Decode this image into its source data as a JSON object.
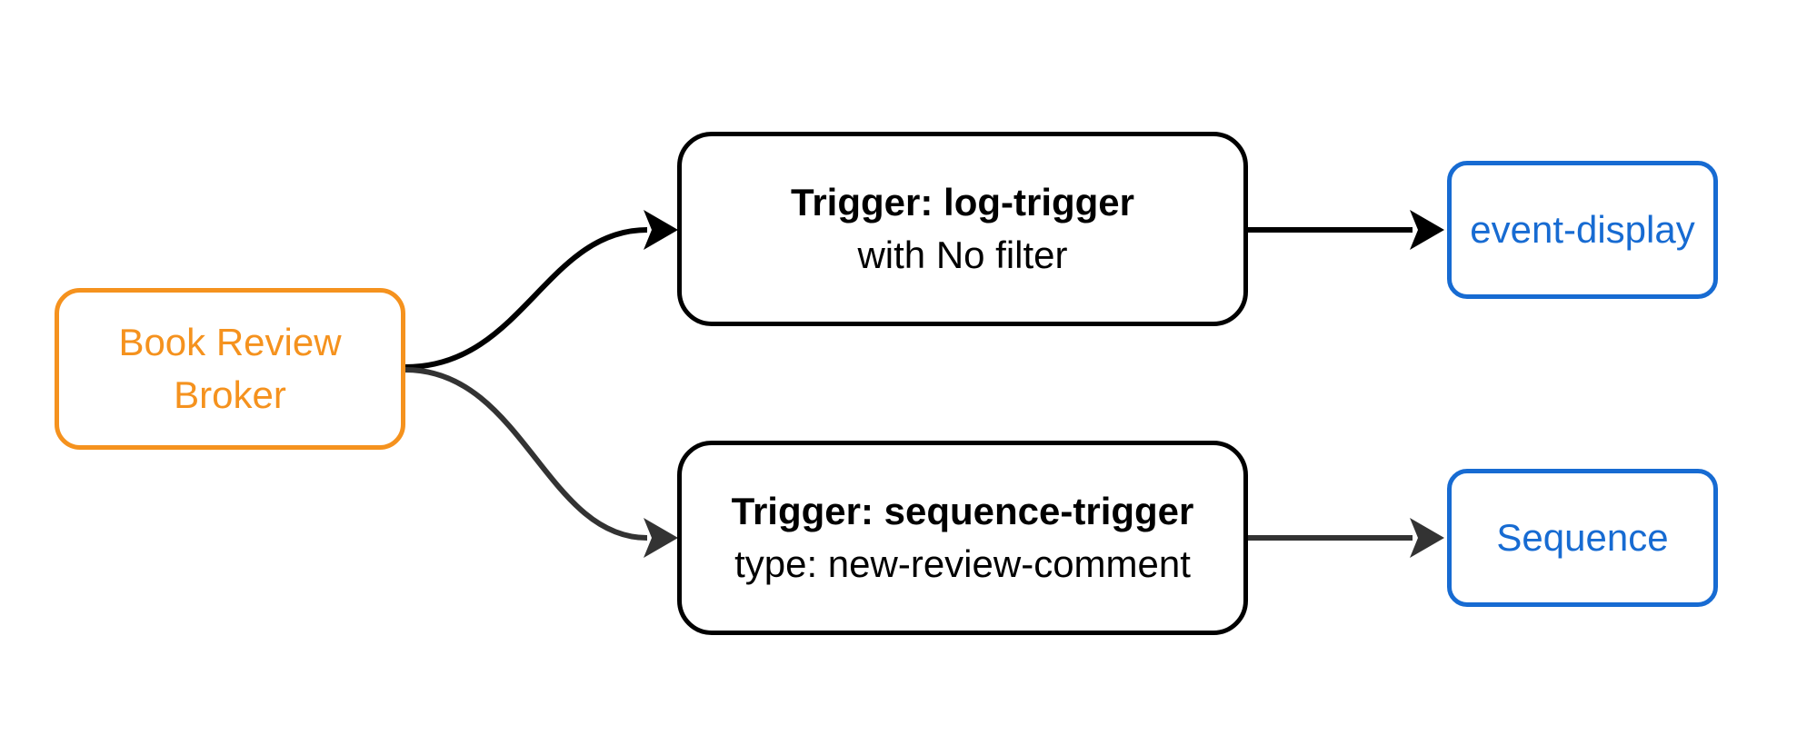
{
  "diagram": {
    "background": "#ffffff",
    "colors": {
      "broker_orange": "#F5921E",
      "destination_blue": "#176BD2",
      "edge_black": "#000000",
      "edge_gray": "#333333"
    },
    "broker": {
      "label": "Book Review Broker"
    },
    "trigger_log": {
      "title": "Trigger: log-trigger",
      "subtitle": "with No filter"
    },
    "trigger_sequence": {
      "title": "Trigger: sequence-trigger",
      "subtitle": "type: new-review-comment"
    },
    "event_display": {
      "label": "event-display"
    },
    "sequence": {
      "label": "Sequence"
    },
    "edges": [
      {
        "from": "Book Review Broker",
        "to": "Trigger: log-trigger",
        "color": "#000000"
      },
      {
        "from": "Book Review Broker",
        "to": "Trigger: sequence-trigger",
        "color": "#333333"
      },
      {
        "from": "Trigger: log-trigger",
        "to": "event-display",
        "color": "#000000"
      },
      {
        "from": "Trigger: sequence-trigger",
        "to": "Sequence",
        "color": "#333333"
      }
    ]
  }
}
